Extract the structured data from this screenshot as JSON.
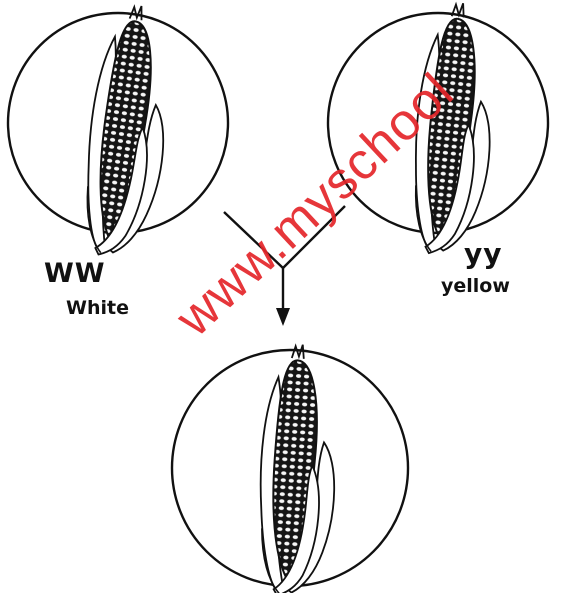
{
  "labels": {
    "parent_left_genotype": "WW",
    "parent_left_phenotype": "White",
    "parent_right_genotype": "yy",
    "parent_right_phenotype": "yellow"
  },
  "watermark": "www.myschool",
  "colors": {
    "line": "#111111",
    "watermark": "#e4262a",
    "background": "#ffffff"
  },
  "icons": [
    "corn-cob-icon",
    "cross-arrow-icon"
  ]
}
